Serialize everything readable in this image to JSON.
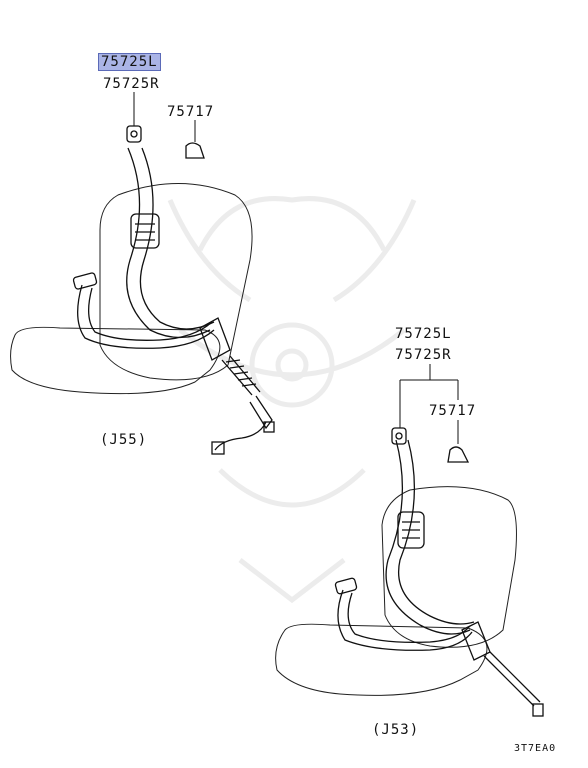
{
  "diagram": {
    "upper_assembly": {
      "part_left": "75725L",
      "part_right": "75725R",
      "part_cover": "75717",
      "variant_code": "(J55)",
      "highlight_color": "#aab4e6"
    },
    "lower_assembly": {
      "part_left": "75725L",
      "part_right": "75725R",
      "part_cover": "75717",
      "variant_code": "(J53)"
    },
    "figure_code": "3T7EA0"
  }
}
